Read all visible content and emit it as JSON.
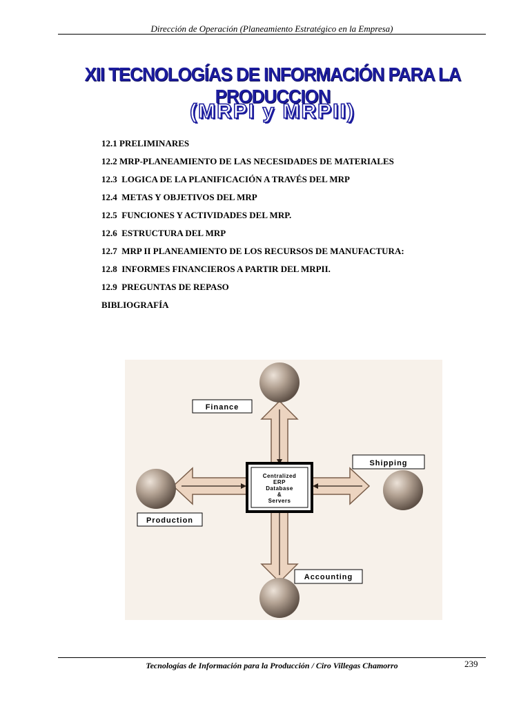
{
  "header": {
    "text": "Dirección de Operación (Planeamiento Estratégico en la Empresa)"
  },
  "title": "XII   TECNOLOGÍAS DE INFORMACIÓN PARA LA PRODUCCION",
  "subtitle": "(MRPI y MRPII)",
  "toc": [
    "12.1 PRELIMINARES",
    "12.2 MRP-PLANEAMIENTO DE LAS NECESIDADES DE MATERIALES",
    "12.3  LOGICA DE LA PLANIFICACIÓN A TRAVÉS DEL MRP",
    "12.4  METAS Y OBJETIVOS DEL MRP",
    "12.5  FUNCIONES Y ACTIVIDADES DEL MRP.",
    "12.6  ESTRUCTURA DEL MRP",
    "12.7  MRP II PLANEAMIENTO DE LOS RECURSOS DE MANUFACTURA:",
    "12.8  INFORMES FINANCIEROS A PARTIR DEL MRPII.",
    "12.9  PREGUNTAS DE REPASO",
    "BIBLIOGRAFÍA"
  ],
  "figure": {
    "labels": {
      "finance": "Finance",
      "shipping": "Shipping",
      "production": "Production",
      "accounting": "Accounting"
    },
    "center_lines": [
      "Centralized",
      "ERP",
      "Database",
      "&",
      "Servers"
    ]
  },
  "footer": {
    "text": "Tecnologías de Información para la Producción / Ciro Villegas Chamorro",
    "page_number": "239"
  }
}
